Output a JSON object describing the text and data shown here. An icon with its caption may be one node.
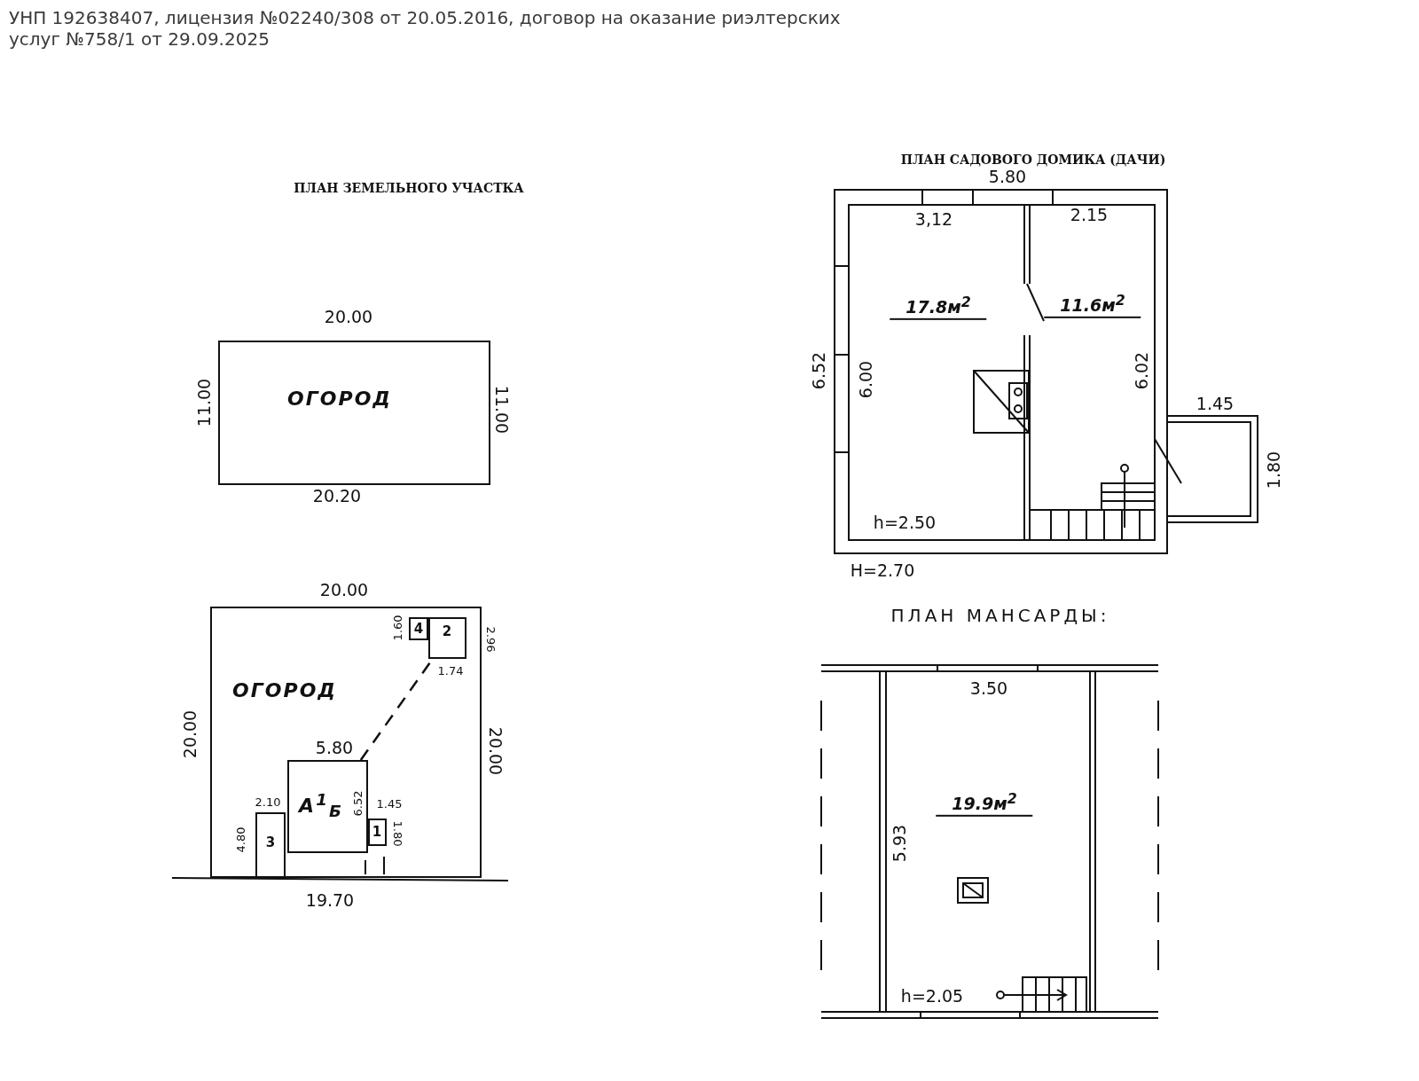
{
  "diagram": {
    "nodes": [
      {
        "text": [
          "ОГОРОД"
        ]
      },
      {
        "text": [
          "ОГОРОД"
        ]
      },
      {
        "text": [
          "4"
        ],
        "in": 1
      },
      {
        "text": [
          "2"
        ],
        "in": 1
      },
      {
        "text": [
          "А$^{1}$$_{Б}$"
        ],
        "in": 1
      },
      {
        "text": [
          "3"
        ],
        "in": 1
      },
      {
        "text": [
          "1"
        ],
        "in": 1
      },
      {
        "text": [
          "17.8м$^{2}$"
        ]
      },
      {
        "text": [
          "11.6м$^{2}$"
        ]
      },
      {
        "text": [
          "19.9м$^{2}$"
        ]
      }
    ],
    "edges": [
      {
        "from": 4,
        "to": 3,
        "arrow": "none",
        "style": "dashed"
      }
    ],
    "labels": [
      "УНП 192638407, лицензия №02240/308 от 20.05.2016, договор на оказание риэлтерских услуг №758/1 от 29.09.2025",
      "ПЛАН ЗЕМЕЛЬНОГО УЧАСТКА",
      "20.00",
      "11.00",
      "11.00",
      "20.20",
      "20.00",
      "1.60",
      "2.96",
      "1.74",
      "20.00",
      "20.00",
      "5.80",
      "2.10",
      "6.52",
      "1.45",
      "4.80",
      "1.80",
      "19.70",
      "ПЛАН САДОВОГО ДОМИКА (ДАЧИ)",
      "5.80",
      "3,12",
      "2.15",
      "6.52",
      "6.00",
      "6.02",
      "1.45",
      "1.80",
      "h=2.50",
      "Н=2.70",
      "ПЛАН МАНСАРДЫ:",
      "3.50",
      "5.93",
      "h=2.05"
    ]
  }
}
